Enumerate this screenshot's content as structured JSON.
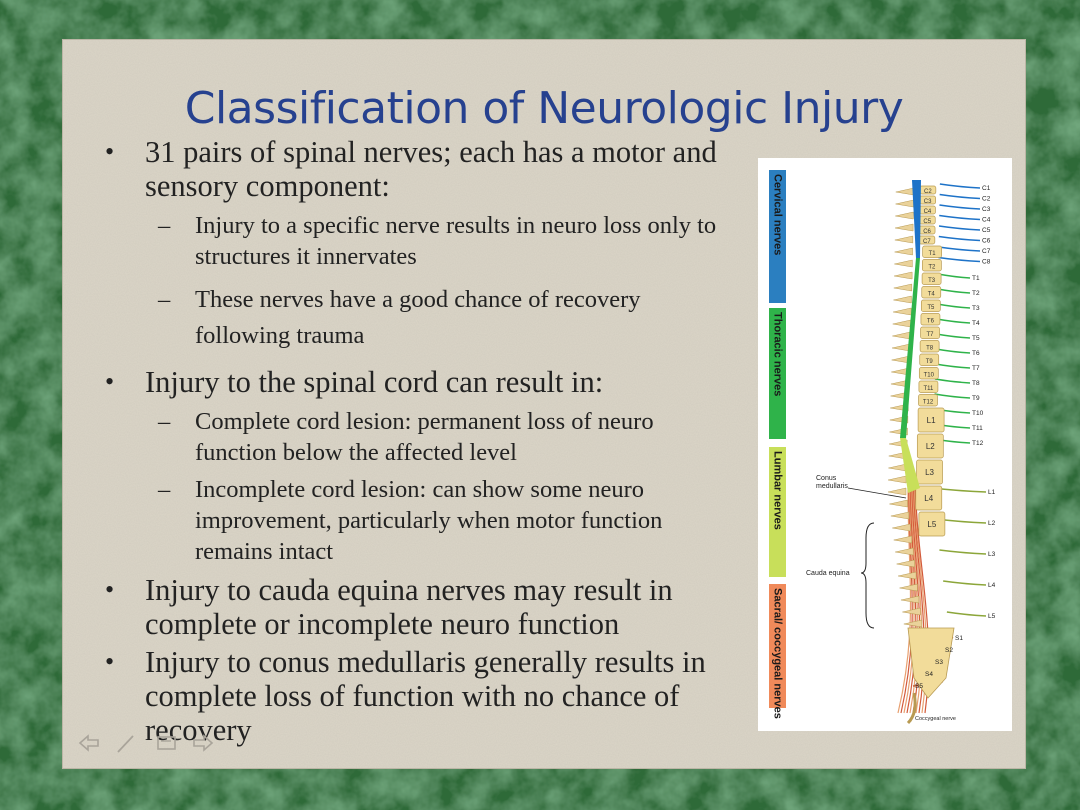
{
  "slide": {
    "title": "Classification of Neurologic Injury",
    "bullets": [
      {
        "text": "31 pairs of spinal nerves; each has a motor and sensory component:",
        "sub": [
          "Injury to a specific nerve results in neuro loss only to structures it innervates",
          "These nerves have a good chance of recovery following trauma"
        ]
      },
      {
        "text": "Injury to the spinal cord can result in:",
        "sub": [
          "Complete cord lesion: permanent loss of neuro function below the affected level",
          "Incomplete cord lesion: can show some neuro improvement, particularly when motor function remains intact"
        ]
      },
      {
        "text": "Injury to cauda equina nerves may result in complete or incomplete neuro function",
        "sub": []
      },
      {
        "text": "Injury to conus medullaris generally results in complete loss of function with no chance of recovery",
        "sub": []
      }
    ]
  },
  "figure": {
    "bands": [
      {
        "label": "Cervical nerves",
        "color": "#2b7fc0"
      },
      {
        "label": "Thoracic nerves",
        "color": "#2fb34a"
      },
      {
        "label": "Lumbar nerves",
        "color": "#c8df5a"
      },
      {
        "label": "Sacral/ coccygeal nerves",
        "color": "#f08a5a"
      }
    ],
    "cervical_labels": [
      "C1",
      "C2",
      "C3",
      "C4",
      "C5",
      "C6",
      "C7",
      "C8"
    ],
    "thoracic_labels": [
      "T1",
      "T2",
      "T3",
      "T4",
      "T5",
      "T6",
      "T7",
      "T8",
      "T9",
      "T10",
      "T11",
      "T12"
    ],
    "lumbar_labels": [
      "L1",
      "L2",
      "L3",
      "L4",
      "L5"
    ],
    "sacral_labels": [
      "S1",
      "S2",
      "S3",
      "S4",
      "S5"
    ],
    "vertebra_labels": [
      "C2",
      "C3",
      "C4",
      "C5",
      "C6",
      "C7",
      "T1",
      "T2",
      "T3",
      "T4",
      "T5",
      "T6",
      "T7",
      "T8",
      "T9",
      "T10",
      "T11",
      "T12",
      "L1",
      "L2",
      "L3",
      "L4",
      "L5"
    ],
    "coccygeal_label": "Coccygeal nerve",
    "conus_label": "Conus medullaris",
    "cauda_label": "Cauda equina"
  },
  "colors": {
    "title": "#26418f",
    "cord_cervical": "#1e73c8",
    "cord_thoracic": "#2fb34a",
    "cord_lumbar": "#c8df5a"
  }
}
